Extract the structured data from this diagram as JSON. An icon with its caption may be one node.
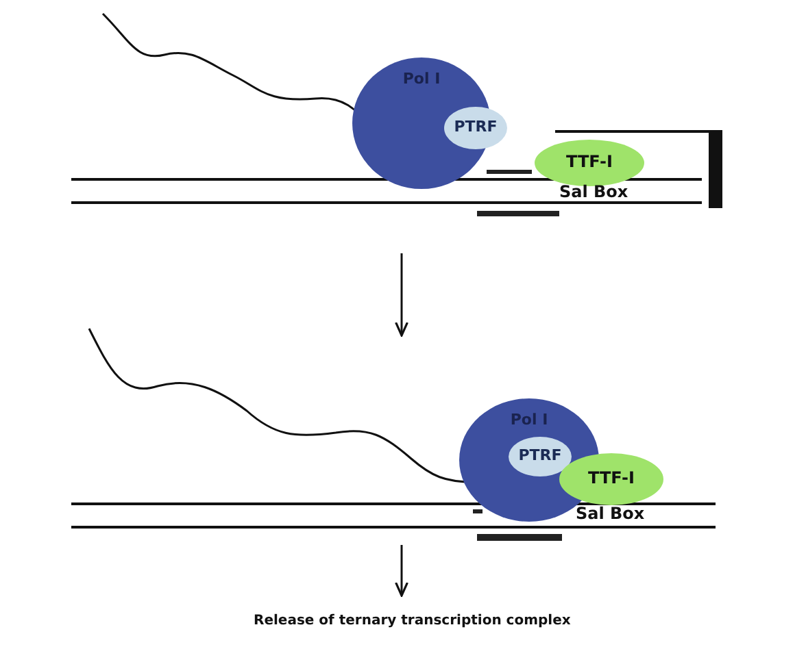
{
  "diagram": {
    "nodes": [
      {
        "text": [
          "Pol I"
        ]
      },
      {
        "text": [
          "PTRF"
        ]
      },
      {
        "text": [
          "TTF-I"
        ]
      },
      {
        "text": [
          "Pol I"
        ]
      },
      {
        "text": [
          "PTRF"
        ],
        "in": 3
      },
      {
        "text": [
          "TTF-I"
        ]
      },
      {
        "text": [
          "Release of ternary transcription complex"
        ]
      }
    ],
    "edges": [
      {
        "from": null,
        "to": 6,
        "arrow": "to"
      }
    ],
    "labels": [
      "Sal Box",
      "Sal Box"
    ]
  }
}
